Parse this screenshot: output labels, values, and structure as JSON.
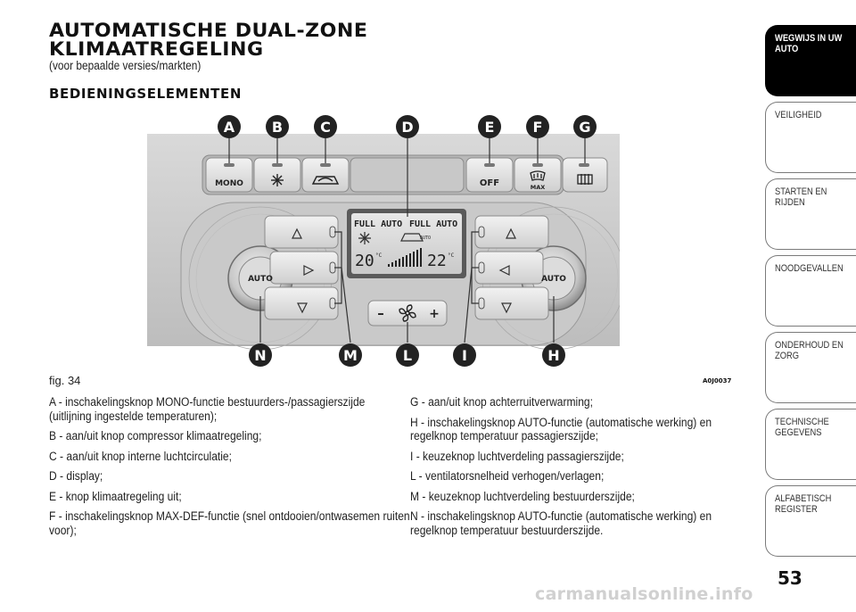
{
  "header": {
    "title_line1": "AUTOMATISCHE DUAL-ZONE",
    "title_line2": "KLIMAATREGELING",
    "subtitle": "(voor bepaalde versies/markten)",
    "section": "BEDIENINGSELEMENTEN"
  },
  "figure": {
    "callouts": [
      "A",
      "B",
      "C",
      "D",
      "E",
      "F",
      "G",
      "N",
      "M",
      "L",
      "I",
      "H"
    ],
    "panel_text": {
      "mono": "MONO",
      "off": "OFF",
      "max": "MAX",
      "full_auto_left": "FULL AUTO",
      "full_auto_right": "FULL AUTO",
      "display_auto": "AUTO",
      "temp_left": "20",
      "temp_right": "22",
      "unit": "°C",
      "knob_left": "AUTO",
      "knob_right": "AUTO",
      "fan_minus": "–",
      "fan_plus": "+"
    },
    "label": "fig. 34",
    "code": "A0J0037"
  },
  "descriptions": {
    "left": [
      "A - inschakelingsknop MONO-functie bestuurders-/passagierszijde (uitlijning ingestelde temperaturen);",
      "B - aan/uit knop compressor klimaatregeling;",
      "C - aan/uit knop interne luchtcirculatie;",
      "D - display;",
      "E - knop klimaatregeling uit;",
      "F - inschakelingsknop MAX-DEF-functie (snel ontdooien/ontwasemen ruiten voor);"
    ],
    "right": [
      "G - aan/uit knop achterruitverwarming;",
      "H - inschakelingsknop AUTO-functie (automatische werking) en regelknop temperatuur passagierszijde;",
      "I - keuzeknop luchtverdeling passagierszijde;",
      "L - ventilatorsnelheid verhogen/verlagen;",
      "M - keuzeknop luchtverdeling bestuurderszijde;",
      "N - inschakelingsknop AUTO-functie (automatische werking) en regelknop temperatuur bestuurderszijde."
    ]
  },
  "sidebar": {
    "tabs": [
      {
        "label": "WEGWIJS IN UW AUTO",
        "active": true
      },
      {
        "label": "VEILIGHEID",
        "active": false
      },
      {
        "label": "STARTEN EN RIJDEN",
        "active": false
      },
      {
        "label": "NOODGEVALLEN",
        "active": false
      },
      {
        "label": "ONDERHOUD EN ZORG",
        "active": false
      },
      {
        "label": "TECHNISCHE GEGEVENS",
        "active": false
      },
      {
        "label": "ALFABETISCH REGISTER",
        "active": false
      }
    ]
  },
  "page_number": "53",
  "watermark": "carmanualsonline.info"
}
